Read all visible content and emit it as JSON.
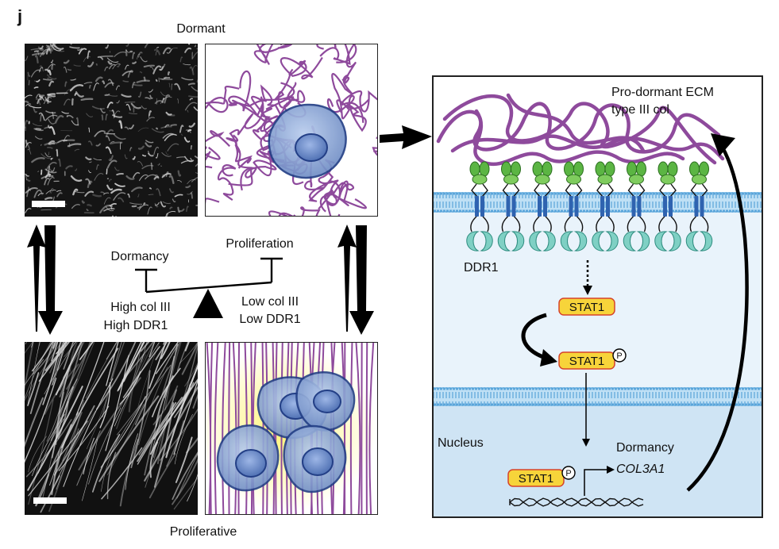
{
  "panel_letter": "j",
  "labels": {
    "dormant": "Dormant",
    "proliferative": "Proliferative",
    "dormancy": "Dormancy",
    "proliferation": "Proliferation",
    "high_col": "High col III",
    "high_ddr": "High DDR1",
    "low_col": "Low col III",
    "low_ddr": "Low DDR1"
  },
  "pathway": {
    "ecm_line1": "Pro-dormant ECM",
    "ecm_line2": "type III col",
    "receptor": "DDR1",
    "stat1": "STAT1",
    "stat1_p": "STAT1",
    "nucleus": "Nucleus",
    "stat1_nuc": "STAT1",
    "phospho": "P",
    "dormancy": "Dormancy",
    "gene": "COL3A1"
  },
  "colors": {
    "collagen": "#8e4a9c",
    "cell_fill": "#7f9fd0",
    "cell_stroke": "#233f86",
    "receptor_green": "#5bb543",
    "receptor_blue": "#2f63b0",
    "receptor_teal": "#7fd0c4",
    "stat_fill": "#f7d43a",
    "stat_stroke": "#d7432a",
    "cytoplasm": "#e9f3fb",
    "nucleus_fill": "#cfe4f4",
    "membrane": "#5aa5da",
    "glow": "#fbf08a"
  }
}
